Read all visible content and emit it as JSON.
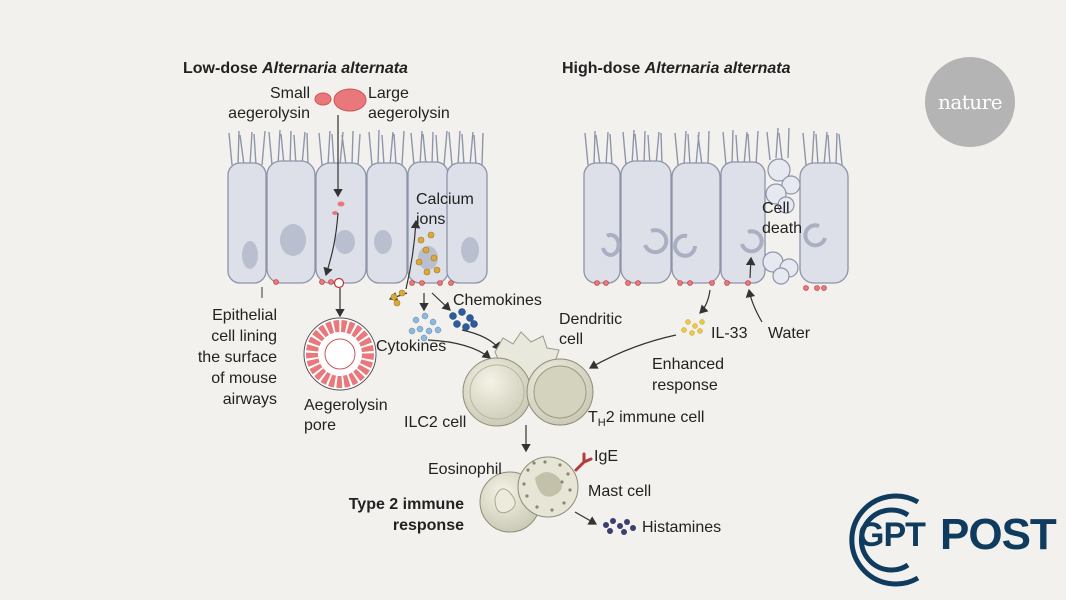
{
  "titles": {
    "low_prefix": "Low-dose ",
    "low_species": "Alternaria alternata",
    "high_prefix": "High-dose ",
    "high_species": "Alternaria alternata"
  },
  "labels": {
    "small_aegerolysin_1": "Small",
    "small_aegerolysin_2": "aegerolysin",
    "large_aegerolysin_1": "Large",
    "large_aegerolysin_2": "aegerolysin",
    "calcium_1": "Calcium",
    "calcium_2": "ions",
    "cell_death_1": "Cell",
    "cell_death_2": "death",
    "epithelial_1": "Epithelial",
    "epithelial_2": "cell lining",
    "epithelial_3": "the surface",
    "epithelial_4": "of mouse",
    "epithelial_5": "airways",
    "chemokines": "Chemokines",
    "cytokines": "Cytokines",
    "dendritic_1": "Dendritic",
    "dendritic_2": "cell",
    "il33": "IL-33",
    "water": "Water",
    "enhanced_1": "Enhanced",
    "enhanced_2": "response",
    "aegerolysin_pore_1": "Aegerolysin",
    "aegerolysin_pore_2": "pore",
    "ilc2": "ILC2 cell",
    "th2_t": "T",
    "th2_sub": "H",
    "th2_rest": "2 immune cell",
    "eosinophil": "Eosinophil",
    "ige": "IgE",
    "mast_cell": "Mast cell",
    "histamines": "Histamines",
    "type2_1": "Type 2 immune",
    "type2_2": "response"
  },
  "brands": {
    "nature": "nature",
    "gpt": "GPT",
    "post": "POST"
  },
  "colors": {
    "background": "#f2f1ed",
    "cell_fill": "#dde0e9",
    "cell_stroke": "#8e94a8",
    "aegerolysin": "#e8787c",
    "calcium": "#d9a93c",
    "chemokine": "#2c5c9e",
    "cytokine": "#8fb8dd",
    "il33": "#e9c94a",
    "brand_blue": "#0f3b5e"
  }
}
